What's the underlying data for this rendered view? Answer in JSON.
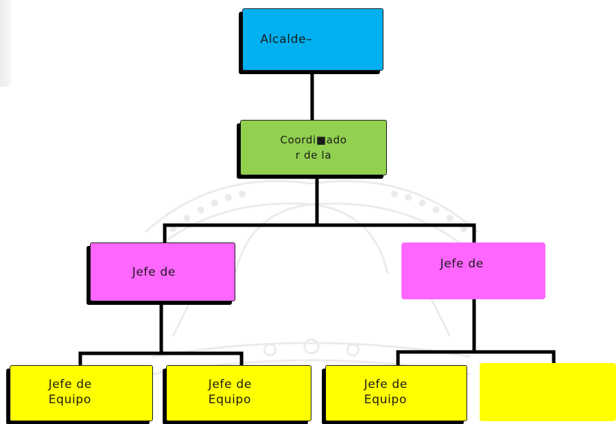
{
  "org_chart": {
    "alcalde": {
      "label": "Alcalde–"
    },
    "coordinador": {
      "line1": "Coordi■ado",
      "line2": "r de la"
    },
    "jefe_left": {
      "label": "Jefe de"
    },
    "jefe_right": {
      "label": "Jefe de"
    },
    "equipo_1": {
      "line1": "Jefe de",
      "line2": "Equipo"
    },
    "equipo_2": {
      "line1": "Jefe de",
      "line2": "Equipo"
    },
    "equipo_3": {
      "line1": "Jefe de",
      "line2": "Equipo"
    },
    "equipo_4": {
      "line1": "",
      "line2": ""
    }
  },
  "colors": {
    "alcalde": "#00b0f0",
    "coordinador": "#92d050",
    "jefe": "#ff66ff",
    "equipo": "#ffff00",
    "connector": "#000000"
  }
}
